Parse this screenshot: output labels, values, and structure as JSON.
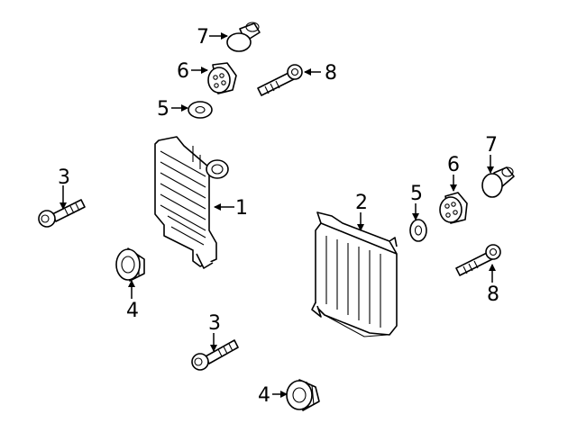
{
  "callouts": {
    "radiator_left": "1",
    "radiator_right": "2",
    "bolt_left": "3",
    "bolt_bottom": "3",
    "mount_left": "4",
    "mount_bottom": "4",
    "washer_top": "5",
    "washer_right": "5",
    "grommet_top": "6",
    "grommet_right": "6",
    "screw_top": "7",
    "screw_right": "7",
    "bolt_top": "8",
    "bolt_right": "8"
  },
  "colors": {
    "line": "#000000",
    "background": "#ffffff"
  }
}
